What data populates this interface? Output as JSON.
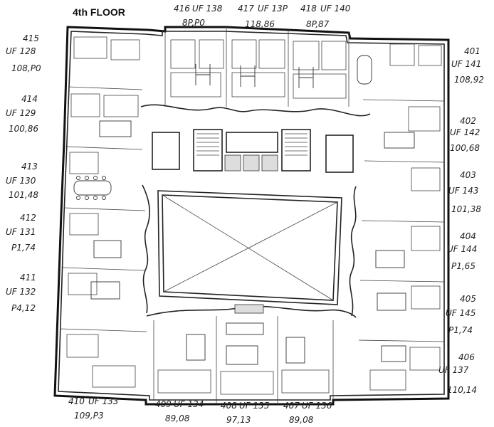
{
  "floor_title": "4th FLOOR",
  "units": [
    {
      "id": "415",
      "uf": "UF 128",
      "area": "108,P0"
    },
    {
      "id": "414",
      "uf": "UF 129",
      "area": "100,86"
    },
    {
      "id": "413",
      "uf": "UF 130",
      "area": "101,48"
    },
    {
      "id": "412",
      "uf": "UF 131",
      "area": "P1,74"
    },
    {
      "id": "411",
      "uf": "UF 132",
      "area": "P4,12"
    },
    {
      "id": "416",
      "uf": "UF 138",
      "area": "8P,P0"
    },
    {
      "id": "417",
      "uf": "UF 13P",
      "area": "118,86"
    },
    {
      "id": "418",
      "uf": "UF 140",
      "area": "8P,87"
    },
    {
      "id": "401",
      "uf": "UF 141",
      "area": "108,92"
    },
    {
      "id": "402",
      "uf": "UF 142",
      "area": "100,68"
    },
    {
      "id": "403",
      "uf": "UF 143",
      "area": "101,38"
    },
    {
      "id": "404",
      "uf": "UF 144",
      "area": "P1,65"
    },
    {
      "id": "405",
      "uf": "UF 145",
      "area": "P1,74"
    },
    {
      "id": "406",
      "uf": "UF 137",
      "area": "110,14"
    },
    {
      "id": "410",
      "uf": "UF 133",
      "area": "109,P3"
    },
    {
      "id": "409",
      "uf": "UF 134",
      "area": "89,08"
    },
    {
      "id": "408",
      "uf": "UF 135",
      "area": "97,13"
    },
    {
      "id": "407",
      "uf": "UF 136",
      "area": "89,08"
    }
  ]
}
